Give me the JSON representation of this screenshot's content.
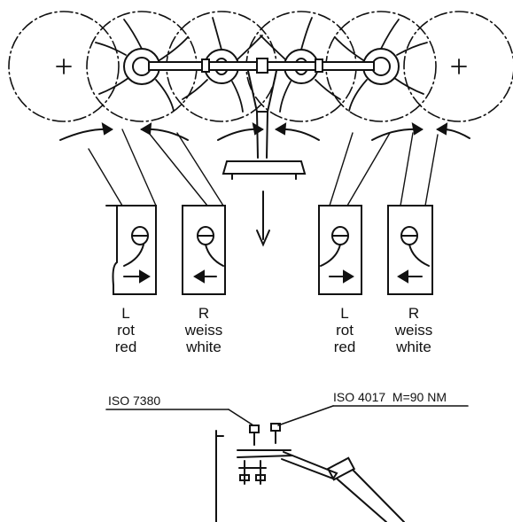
{
  "labels": [
    {
      "side": "L",
      "de": "rot",
      "en": "red"
    },
    {
      "side": "R",
      "de": "weiss",
      "en": "white"
    },
    {
      "side": "L",
      "de": "rot",
      "en": "red"
    },
    {
      "side": "R",
      "de": "weiss",
      "en": "white"
    }
  ],
  "callouts": {
    "left": "ISO 7380",
    "right": "ISO 4017  M=90 NM"
  },
  "colors": {
    "ink": "#111111",
    "paper": "#ffffff"
  }
}
